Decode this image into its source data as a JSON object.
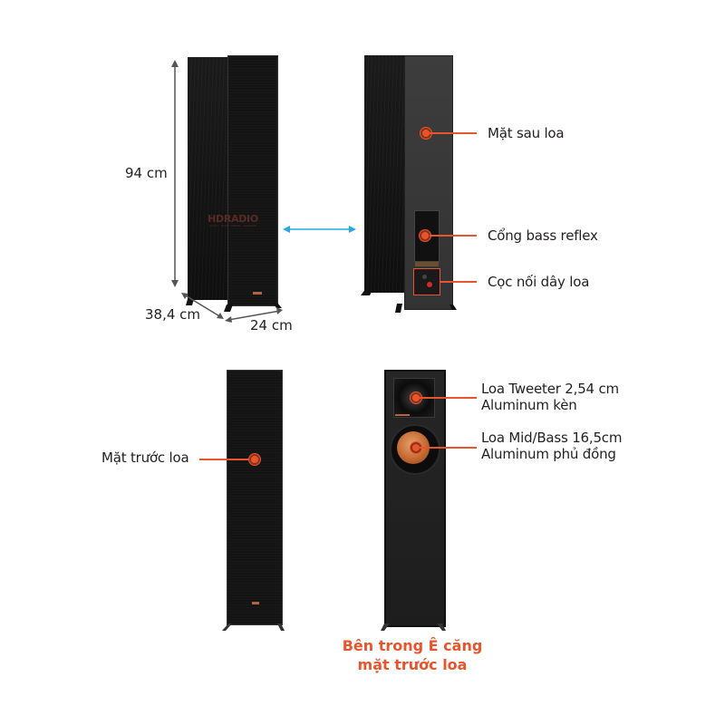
{
  "colors": {
    "accent": "#e8542c",
    "dimension_arrow": "#555555",
    "compare_arrow": "#29a8e0",
    "text": "#231f20",
    "speaker_body": "#141414"
  },
  "watermark": {
    "brand": "HDRADIO",
    "tagline": "AUDIO - HOME CINEMA - KARAOKE"
  },
  "dimensions": {
    "height": "94 cm",
    "depth": "38,4 cm",
    "width": "24 cm"
  },
  "callouts": {
    "rear_panel": "Mặt sau loa",
    "bass_reflex": "Cổng bass reflex",
    "binding_posts": "Cọc nối dây loa",
    "front_grille": "Mặt trước loa",
    "tweeter": [
      "Loa Tweeter 2,54 cm",
      "Aluminum kèn"
    ],
    "woofer": [
      "Loa Mid/Bass 16,5cm",
      "Aluminum phủ đồng"
    ]
  },
  "note": [
    "Bên trong Ê căng",
    "mặt trước loa"
  ],
  "icons": {
    "double_arrow": "↔"
  }
}
